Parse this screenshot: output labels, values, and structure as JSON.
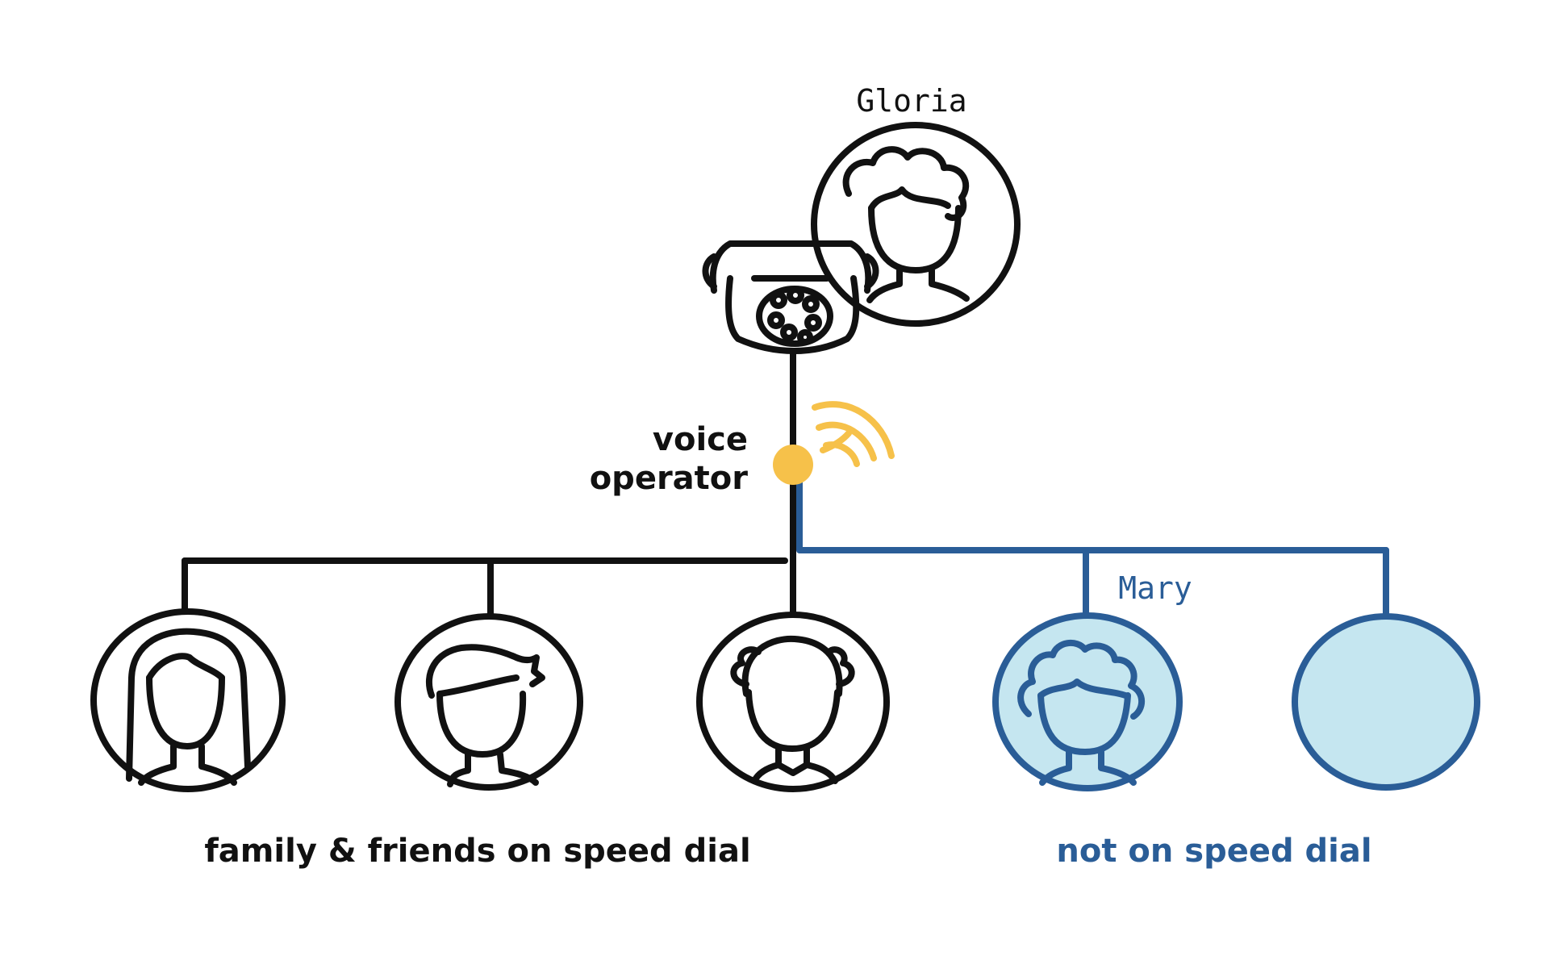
{
  "caller": {
    "name": "Gloria"
  },
  "operator": {
    "label_line1": "voice",
    "label_line2": "operator"
  },
  "groups": {
    "speed_dial_label": "family & friends on speed dial",
    "not_speed_dial_label": "not on speed dial"
  },
  "contacts": {
    "mary_name": "Mary"
  },
  "colors": {
    "line_black": "#111111",
    "line_blue": "#2a5d97",
    "fill_light_blue": "#c5e6f0",
    "operator_dot": "#f6c14a",
    "signal_arcs": "#f6c14a"
  },
  "icons": {
    "phone": "rotary-phone-icon",
    "signal": "signal-waves-icon",
    "people": [
      "person-long-hair-icon",
      "person-short-hair-icon",
      "person-elder-icon",
      "person-curly-hair-icon",
      "empty-contact-icon"
    ]
  }
}
